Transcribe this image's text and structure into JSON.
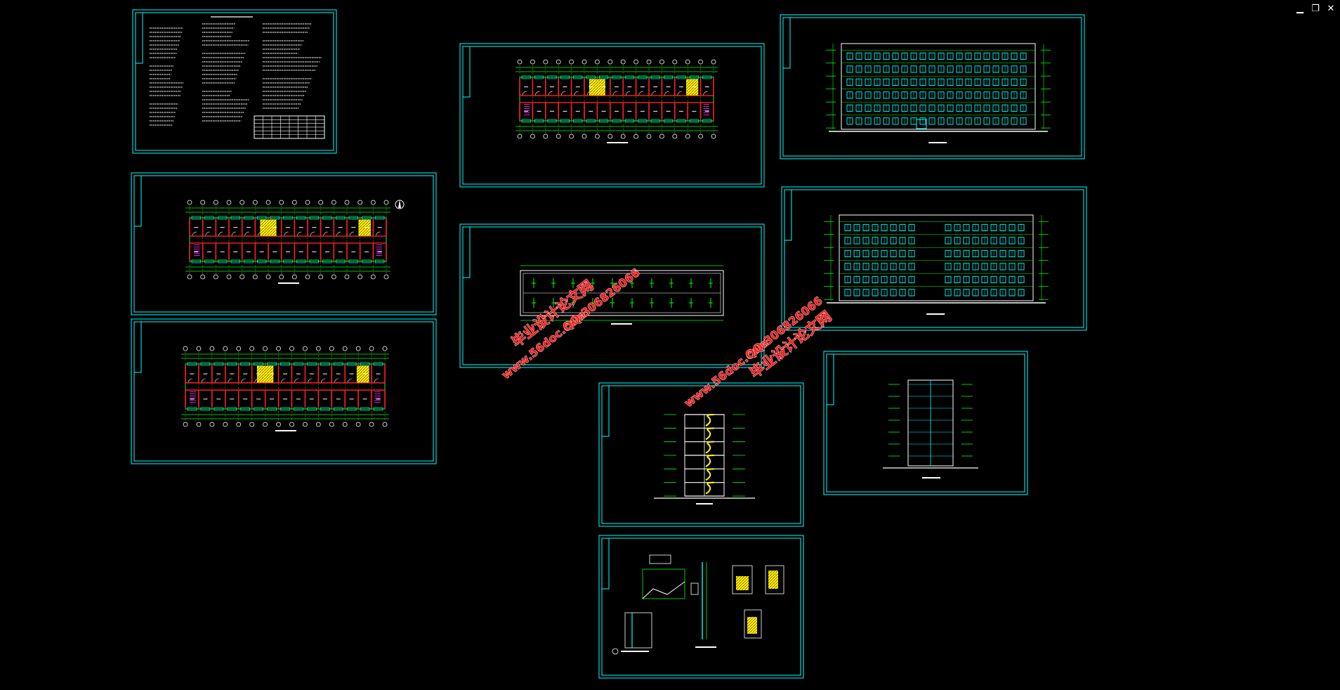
{
  "window": {
    "minimize_glyph": "▁",
    "restore_glyph": "❐",
    "close_glyph": "✕"
  },
  "colors": {
    "background": "#000000",
    "frame": "#00ffff",
    "lines": "#00ff00",
    "walls": "#ff2020",
    "highlight": "#ffff00",
    "text": "#ffffff",
    "watermark": "#ff1a1a"
  },
  "watermarks": [
    {
      "text": "毕业设计论文网"
    },
    {
      "text": "www.56doc.com"
    },
    {
      "text": "QQ:306826066"
    }
  ],
  "icons": [
    "minimize-icon",
    "restore-icon",
    "close-icon",
    "north-arrow-icon"
  ]
}
